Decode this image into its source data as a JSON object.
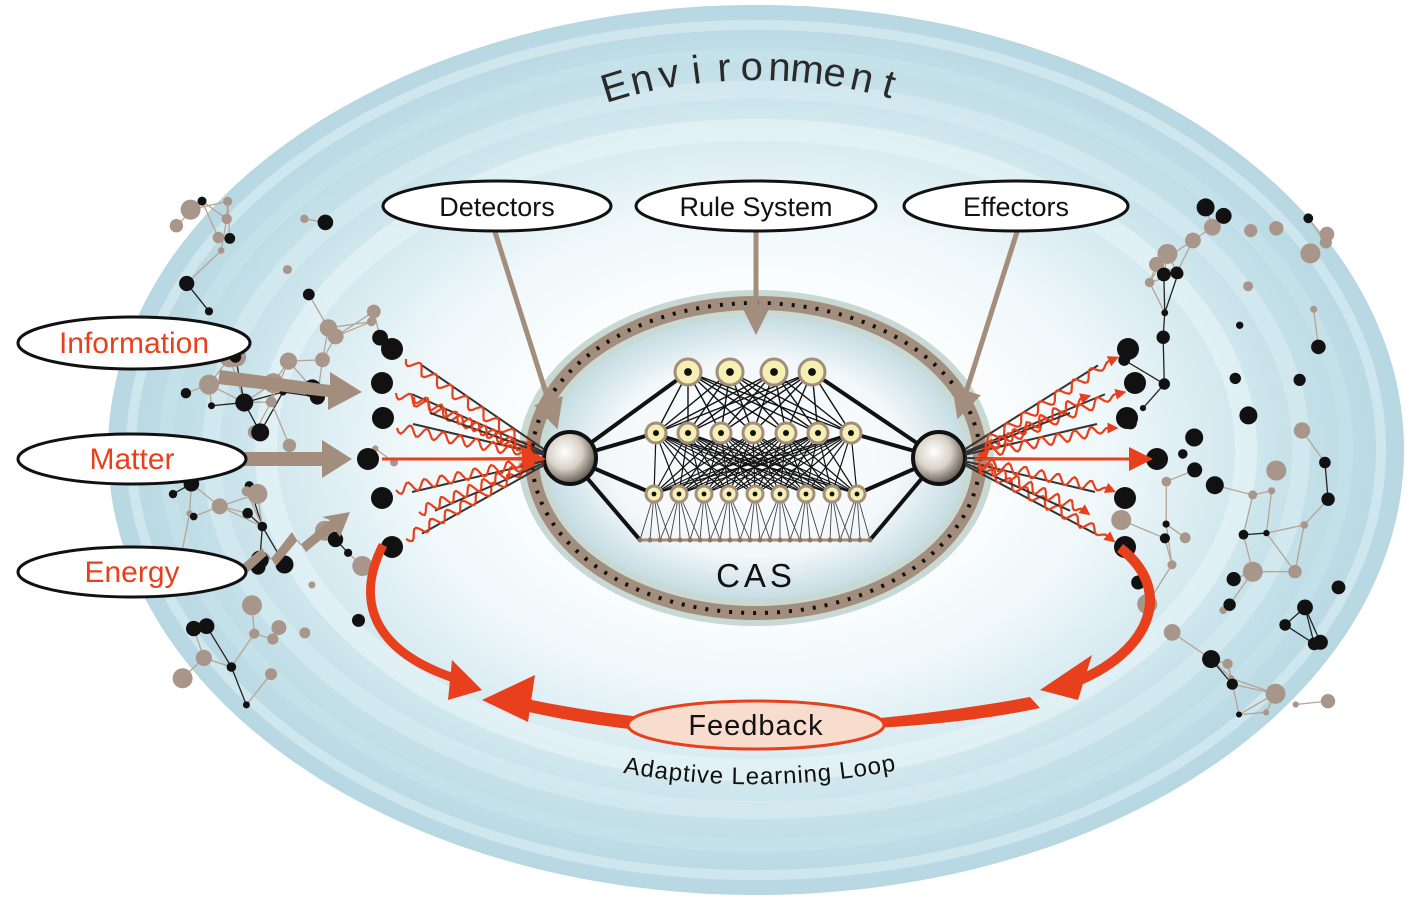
{
  "environment": {
    "label": "Environment"
  },
  "components": [
    {
      "id": "detectors",
      "label": "Detectors"
    },
    {
      "id": "rule-system",
      "label": "Rule System"
    },
    {
      "id": "effectors",
      "label": "Effectors"
    }
  ],
  "inputs": [
    {
      "id": "information",
      "label": "Information"
    },
    {
      "id": "matter",
      "label": "Matter"
    },
    {
      "id": "energy",
      "label": "Energy"
    }
  ],
  "core": {
    "label": "CAS"
  },
  "feedback": {
    "label": "Feedback",
    "caption": "Adaptive Learning Loop"
  },
  "colors": {
    "accent_red": "#e8401c",
    "arrow_tan": "#a38e7d",
    "ring_blue": "#c7e2ea",
    "node_black": "#111111",
    "node_tan": "#a8968a",
    "neuron_fill": "#f6efb4"
  }
}
